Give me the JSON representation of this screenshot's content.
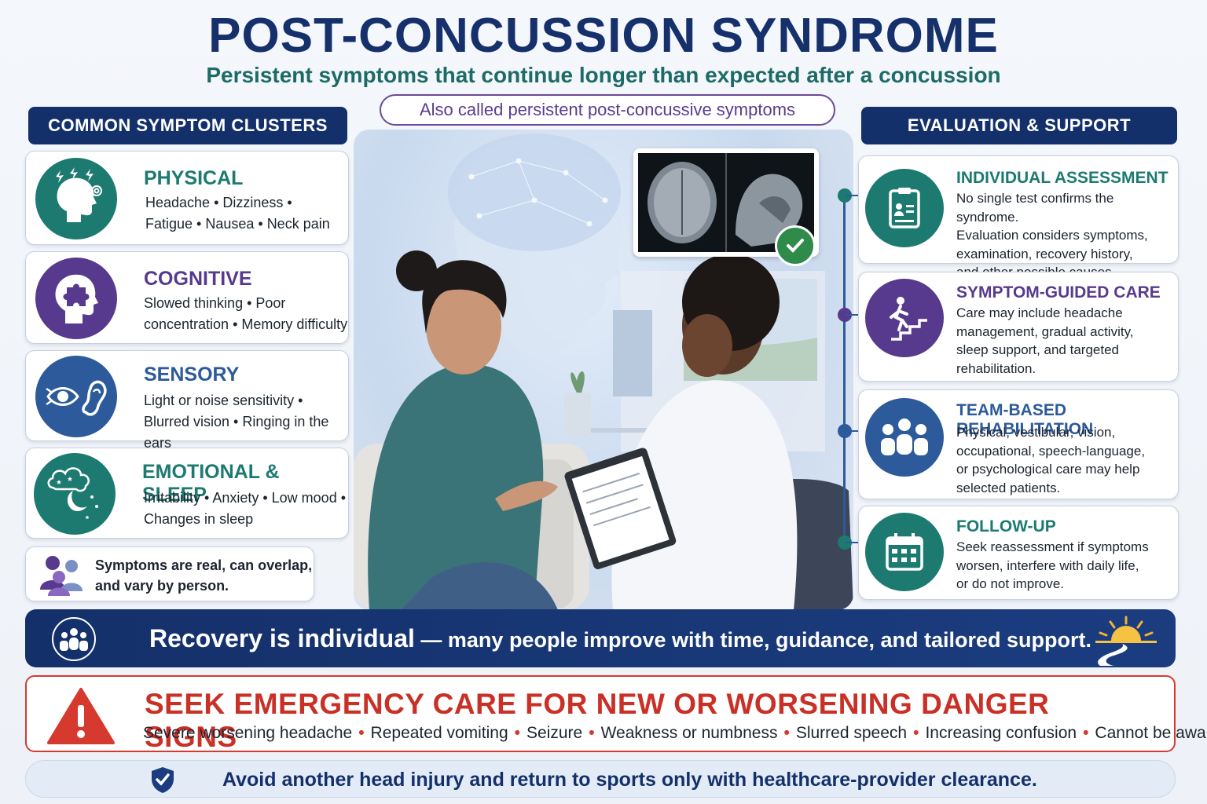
{
  "header": {
    "title": "POST-CONCUSSION SYNDROME",
    "subtitle": "Persistent symptoms that continue longer than expected after a concussion",
    "alias": "Also called persistent post-concussive symptoms"
  },
  "left": {
    "heading": "COMMON SYMPTOM CLUSTERS",
    "clusters": [
      {
        "title": "PHYSICAL",
        "line1": "Headache • Dizziness •",
        "line2": "Fatigue • Nausea • Neck pain",
        "icon": "head-lightning-icon",
        "color": "#1c7a70"
      },
      {
        "title": "COGNITIVE",
        "line1": "Slowed thinking • Poor",
        "line2": "concentration • Memory difficulty",
        "icon": "head-puzzle-icon",
        "color": "#573a8e"
      },
      {
        "title": "SENSORY",
        "line1": "Light or noise sensitivity •",
        "line2": "Blurred vision • Ringing in the ears",
        "icon": "eye-ear-icon",
        "color": "#2c5a9a"
      },
      {
        "title": "EMOTIONAL & SLEEP",
        "line1": "Irritability • Anxiety • Low mood •",
        "line2": "Changes in sleep",
        "icon": "cloud-moon-icon",
        "color": "#1c7a70"
      }
    ],
    "note": "Symptoms are real, can overlap, and vary by person."
  },
  "right": {
    "heading": "EVALUATION & SUPPORT",
    "steps": [
      {
        "title": "INDIVIDUAL ASSESSMENT",
        "lines": [
          "No single test confirms the syndrome.",
          "Evaluation considers symptoms,",
          "examination, recovery history,",
          "and other possible causes."
        ],
        "icon": "clipboard-icon",
        "color": "#1c7a70"
      },
      {
        "title": "SYMPTOM-GUIDED CARE",
        "lines": [
          "Care may include headache",
          "management, gradual activity,",
          "sleep support, and targeted",
          "rehabilitation."
        ],
        "icon": "stairs-walking-icon",
        "color": "#573a8e"
      },
      {
        "title": "TEAM-BASED REHABILITATION",
        "lines": [
          "Physical, vestibular, vision,",
          "occupational, speech-language,",
          "or psychological care may help",
          "selected patients."
        ],
        "icon": "team-icon",
        "color": "#2c5a9a"
      },
      {
        "title": "FOLLOW-UP",
        "lines": [
          "Seek reassessment if symptoms",
          "worsen, interfere with daily life,",
          "or do not improve."
        ],
        "icon": "calendar-icon",
        "color": "#1c7a70"
      }
    ]
  },
  "recovery": {
    "strong": "Recovery is individual",
    "rest": " — many people improve with time, guidance, and tailored support."
  },
  "emergency": {
    "title": "SEEK EMERGENCY CARE FOR NEW OR WORSENING DANGER SIGNS",
    "signs": [
      "Severe worsening headache",
      "Repeated vomiting",
      "Seizure",
      "Weakness or numbness",
      "Slurred speech",
      "Increasing confusion",
      "Cannot be awakened"
    ]
  },
  "footer": {
    "text": "Avoid another head injury and return to sports only with healthcare-provider clearance."
  }
}
